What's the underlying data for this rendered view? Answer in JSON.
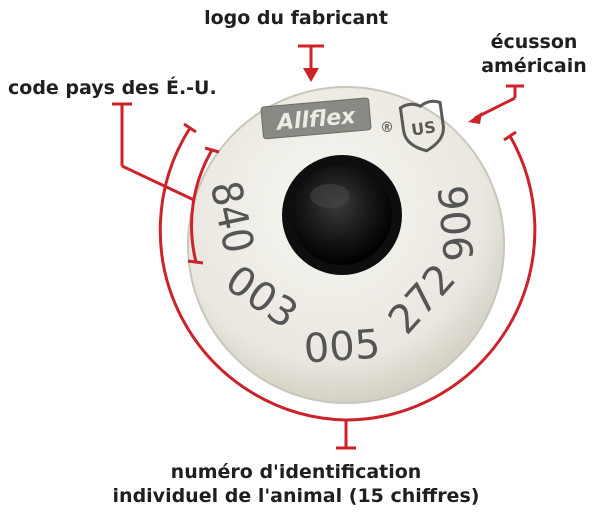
{
  "labels": {
    "manufacturer_logo": "logo du fabricant",
    "country_code": "code pays des É.-U.",
    "us_shield": "écusson américain",
    "animal_id_line1": "numéro d'identification",
    "animal_id_line2": "individuel de l'animal (15 chiffres)"
  },
  "tag": {
    "brand": "Allflex",
    "registered": "®",
    "shield_text": "US",
    "country_code": "840",
    "group_2": "003",
    "group_3": "005",
    "group_4": "272",
    "group_5": "906"
  },
  "colors": {
    "tag_body": "#e9e7df",
    "tag_edge": "#c9c6bb",
    "center_button": "#111111",
    "annotation": "#cc2229",
    "text": "#1f1f1f",
    "engraving": "#555555"
  }
}
